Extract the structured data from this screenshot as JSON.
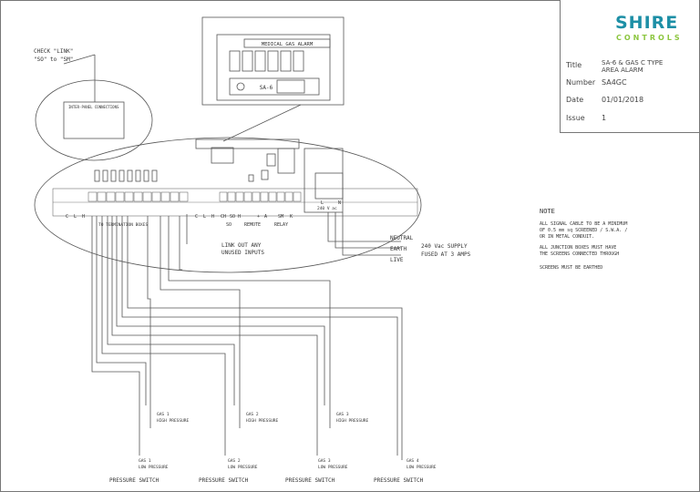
{
  "title_block": {
    "brand_name": "SHIRE",
    "brand_sub": "CONTROLS",
    "title_label": "Title",
    "title_value_1": "SA-6 & GAS C TYPE",
    "title_value_2": "AREA ALARM",
    "number_label": "Number",
    "number_value": "SA4GC",
    "date_label": "Date",
    "date_value": "01/01/2018",
    "issue_label": "Issue",
    "issue_value": "1"
  },
  "alarm_panel": {
    "header": "MEDICAL GAS ALARM",
    "model": "SA-6"
  },
  "callout": {
    "check_line1": "CHECK \"LINK\"",
    "check_line2": "\"SO\" to \"SM\"",
    "inter_panel": "INTER-PANEL CONNECTIONS"
  },
  "terminals": {
    "left_c": "C",
    "left_l": "L",
    "left_h": "H",
    "to_term": "TO TERMINATION BOXES",
    "right_c": "C",
    "right_l": "L",
    "right_h": "H",
    "ch": "CH",
    "so": "SO",
    "hi": "H",
    "plus": "+",
    "a": "A",
    "sm": "SM",
    "k": "K",
    "so_label": "SO",
    "remote": "REMOTE",
    "relay": "RELAY",
    "supply_terms": "240 V ac",
    "l_term": "L",
    "n_term": "N"
  },
  "annotations": {
    "link_out_1": "LINK OUT ANY",
    "link_out_2": "UNUSED INPUTS",
    "neutral": "NEUTRAL",
    "earth": "EARTH",
    "live": "LIVE",
    "supply_1": "240 Vac SUPPLY",
    "supply_2": "FUSED AT 3 AMPS"
  },
  "note": {
    "heading": "NOTE",
    "line1": "ALL SIGNAL CABLE TO BE A MINIMUM",
    "line2": "OF 0.5 mm sq SCREENED / S.W.A. /",
    "line3": "OR IN METAL CONDUIT.",
    "line4": "ALL JUNCTION BOXES MUST HAVE",
    "line5": "THE SCREENS CONNECTED THROUGH",
    "line6": "SCREENS MUST BE EARTHED"
  },
  "switches": [
    {
      "high_name": "GAS 1",
      "high_type": "HIGH PRESSURE",
      "low_name": "GAS 1",
      "low_type": "LOW PRESSURE",
      "caption": "PRESSURE SWITCH"
    },
    {
      "high_name": "GAS 2",
      "high_type": "HIGH PRESSURE",
      "low_name": "GAS 2",
      "low_type": "LOW PRESSURE",
      "caption": "PRESSURE SWITCH"
    },
    {
      "high_name": "GAS 3",
      "high_type": "HIGH PRESSURE",
      "low_name": "GAS 3",
      "low_type": "LOW PRESSURE",
      "caption": "PRESSURE SWITCH"
    },
    {
      "high_name": "",
      "high_type": "",
      "low_name": "GAS 4",
      "low_type": "LOW PRESSURE",
      "caption": "PRESSURE SWITCH"
    }
  ],
  "colors": {
    "brand": "#1d8fa6",
    "brand_accent": "#8cc63f",
    "line": "#555555"
  }
}
